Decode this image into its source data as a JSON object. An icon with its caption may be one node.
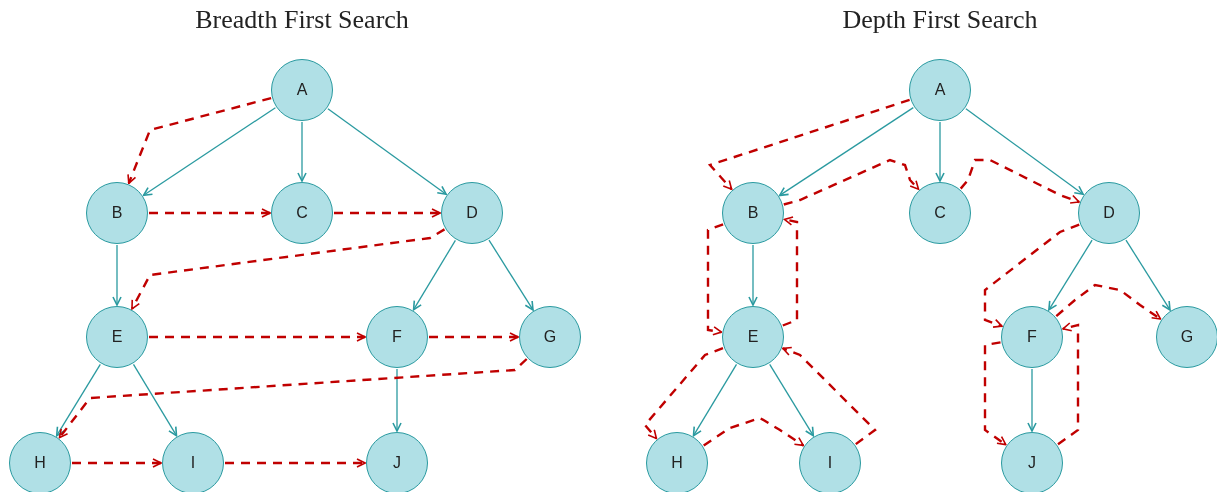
{
  "diagram": {
    "nodes": [
      {
        "text": [
          "A"
        ]
      },
      {
        "text": [
          "B"
        ]
      },
      {
        "text": [
          "C"
        ]
      },
      {
        "text": [
          "D"
        ]
      },
      {
        "text": [
          "E"
        ]
      },
      {
        "text": [
          "F"
        ]
      },
      {
        "text": [
          "G"
        ]
      },
      {
        "text": [
          "H"
        ]
      },
      {
        "text": [
          "I"
        ]
      },
      {
        "text": [
          "J"
        ]
      },
      {
        "text": [
          "A"
        ]
      },
      {
        "text": [
          "B"
        ]
      },
      {
        "text": [
          "C"
        ]
      },
      {
        "text": [
          "D"
        ]
      },
      {
        "text": [
          "E"
        ]
      },
      {
        "text": [
          "F"
        ]
      },
      {
        "text": [
          "G"
        ]
      },
      {
        "text": [
          "H"
        ]
      },
      {
        "text": [
          "I"
        ]
      },
      {
        "text": [
          "J"
        ]
      }
    ],
    "edges": [
      {
        "from": 0,
        "to": 1,
        "arrow": "to",
        "color": "#2a9aa0"
      },
      {
        "from": 0,
        "to": 2,
        "arrow": "to",
        "color": "#2a9aa0"
      },
      {
        "from": 0,
        "to": 3,
        "arrow": "to",
        "color": "#2a9aa0"
      },
      {
        "from": 1,
        "to": 4,
        "arrow": "to",
        "color": "#2a9aa0"
      },
      {
        "from": 3,
        "to": 5,
        "arrow": "to",
        "color": "#2a9aa0"
      },
      {
        "from": 3,
        "to": 6,
        "arrow": "to",
        "color": "#2a9aa0"
      },
      {
        "from": 4,
        "to": 7,
        "arrow": "to",
        "color": "#2a9aa0"
      },
      {
        "from": 4,
        "to": 8,
        "arrow": "to",
        "color": "#2a9aa0"
      },
      {
        "from": 5,
        "to": 9,
        "arrow": "to",
        "color": "#2a9aa0"
      },
      {
        "from": 0,
        "to": 1,
        "arrow": "to",
        "style": "dashed",
        "color": "#c00000"
      },
      {
        "from": 1,
        "to": 2,
        "arrow": "to",
        "style": "dashed",
        "color": "#c00000"
      },
      {
        "from": 2,
        "to": 3,
        "arrow": "to",
        "style": "dashed",
        "color": "#c00000"
      },
      {
        "from": 3,
        "to": 4,
        "arrow": "to",
        "style": "dashed",
        "color": "#c00000"
      },
      {
        "from": 4,
        "to": 5,
        "arrow": "to",
        "style": "dashed",
        "color": "#c00000"
      },
      {
        "from": 5,
        "to": 6,
        "arrow": "to",
        "style": "dashed",
        "color": "#c00000"
      },
      {
        "from": 6,
        "to": 7,
        "arrow": "to",
        "style": "dashed",
        "color": "#c00000"
      },
      {
        "from": 7,
        "to": 8,
        "arrow": "to",
        "style": "dashed",
        "color": "#c00000"
      },
      {
        "from": 8,
        "to": 9,
        "arrow": "to",
        "style": "dashed",
        "color": "#c00000"
      },
      {
        "from": 10,
        "to": 11,
        "arrow": "to",
        "color": "#2a9aa0"
      },
      {
        "from": 10,
        "to": 12,
        "arrow": "to",
        "color": "#2a9aa0"
      },
      {
        "from": 10,
        "to": 13,
        "arrow": "to",
        "color": "#2a9aa0"
      },
      {
        "from": 11,
        "to": 14,
        "arrow": "to",
        "color": "#2a9aa0"
      },
      {
        "from": 13,
        "to": 15,
        "arrow": "to",
        "color": "#2a9aa0"
      },
      {
        "from": 13,
        "to": 16,
        "arrow": "to",
        "color": "#2a9aa0"
      },
      {
        "from": 14,
        "to": 17,
        "arrow": "to",
        "color": "#2a9aa0"
      },
      {
        "from": 14,
        "to": 18,
        "arrow": "to",
        "color": "#2a9aa0"
      },
      {
        "from": 15,
        "to": 19,
        "arrow": "to",
        "color": "#2a9aa0"
      },
      {
        "from": 10,
        "to": 11,
        "arrow": "to",
        "style": "dashed",
        "color": "#c00000"
      },
      {
        "from": 11,
        "to": 14,
        "arrow": "to",
        "style": "dashed",
        "color": "#c00000"
      },
      {
        "from": 14,
        "to": 17,
        "arrow": "to",
        "style": "dashed",
        "color": "#c00000"
      },
      {
        "from": 17,
        "to": 18,
        "arrow": "to",
        "style": "dashed",
        "color": "#c00000"
      },
      {
        "from": 18,
        "to": 14,
        "arrow": "to",
        "style": "dashed",
        "color": "#c00000"
      },
      {
        "from": 14,
        "to": 11,
        "arrow": "to",
        "style": "dashed",
        "color": "#c00000"
      },
      {
        "from": 11,
        "to": 12,
        "arrow": "to",
        "style": "dashed",
        "color": "#c00000"
      },
      {
        "from": 12,
        "to": 13,
        "arrow": "to",
        "style": "dashed",
        "color": "#c00000"
      },
      {
        "from": 13,
        "to": 15,
        "arrow": "to",
        "style": "dashed",
        "color": "#c00000"
      },
      {
        "from": 15,
        "to": 19,
        "arrow": "to",
        "style": "dashed",
        "color": "#c00000"
      },
      {
        "from": 19,
        "to": 15,
        "arrow": "to",
        "style": "dashed",
        "color": "#c00000"
      },
      {
        "from": 15,
        "to": 16,
        "arrow": "to",
        "style": "dashed",
        "color": "#c00000"
      }
    ],
    "labels": [
      "Breadth First Search",
      "Depth First Search"
    ]
  }
}
